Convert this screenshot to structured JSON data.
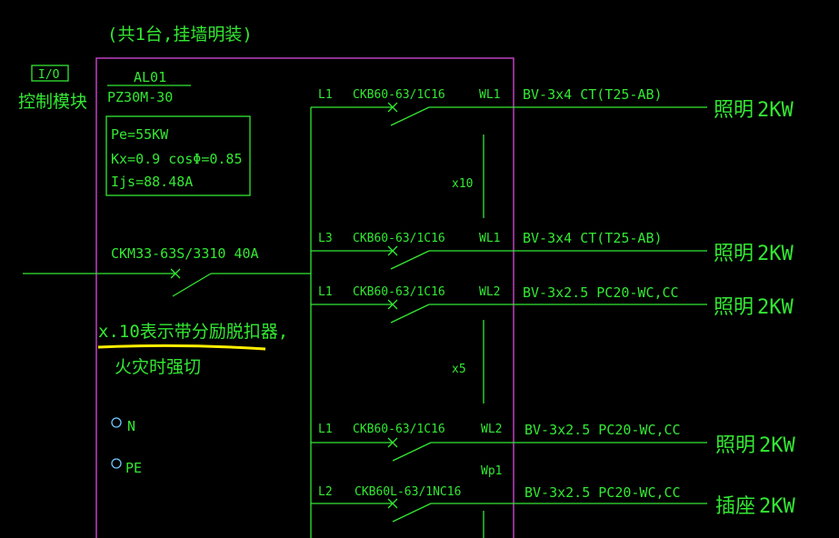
{
  "header_note": "(共1台,挂墙明装)",
  "io_module": {
    "tag": "I/O",
    "label": "控制模块"
  },
  "panel": {
    "id": "AL01",
    "model": "PZ30M-30",
    "params": [
      "Pe=55KW",
      "Kx=0.9 cosΦ=0.85",
      "Ijs=88.48A"
    ],
    "main_breaker": "CKM33-63S/3310 40A",
    "note_line1": "x.10表示带分励脱扣器,",
    "note_line2": "火灾时强切",
    "terminals": [
      "N",
      "PE"
    ]
  },
  "circuits": [
    {
      "phase": "L1",
      "breaker": "CKB60-63/1C16",
      "id": "WL1",
      "cable": "BV-3x4 CT(T25-AB)",
      "load": "照明",
      "power": "2KW"
    },
    {
      "phase": "L3",
      "breaker": "CKB60-63/1C16",
      "id": "WL1",
      "cable": "BV-3x4 CT(T25-AB)",
      "load": "照明",
      "power": "2KW"
    },
    {
      "phase": "L1",
      "breaker": "CKB60-63/1C16",
      "id": "WL2",
      "cable": "BV-3x2.5 PC20-WC,CC",
      "load": "照明",
      "power": "2KW"
    },
    {
      "phase": "L1",
      "breaker": "CKB60-63/1C16",
      "id": "WL2",
      "cable": "BV-3x2.5 PC20-WC,CC",
      "load": "照明",
      "power": "2KW"
    },
    {
      "phase": "L2",
      "breaker": "CKB60L-63/1NC16",
      "id": "Wp1",
      "cable": "BV-3x2.5 PC20-WC,CC",
      "load": "插座",
      "power": "2KW"
    }
  ],
  "multipliers": [
    "x10",
    "x5"
  ],
  "colors": {
    "line": "#33e833",
    "panel_border": "#c040c0",
    "highlight": "#ffee00",
    "terminal": "#6fc8ff"
  }
}
